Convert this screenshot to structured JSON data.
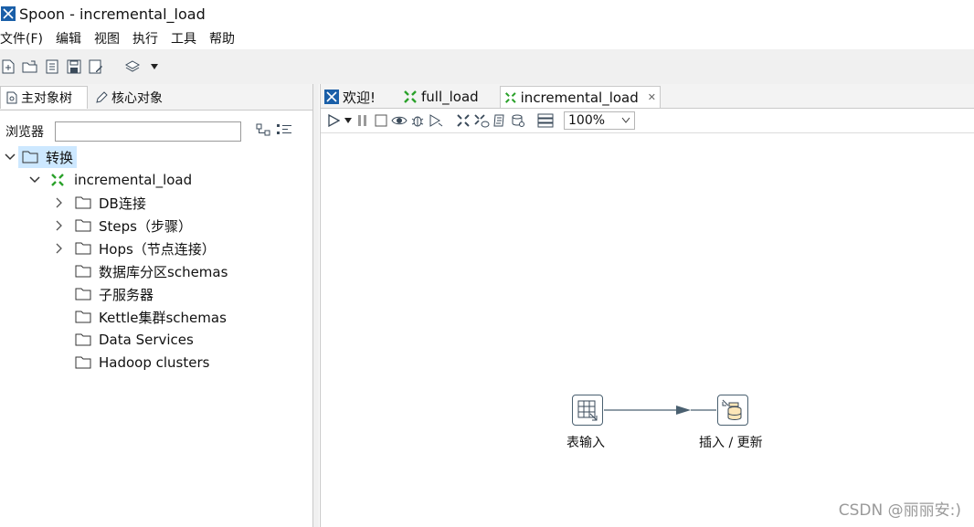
{
  "window": {
    "title": "Spoon - incremental_load"
  },
  "menu": [
    "文件(F)",
    "编辑",
    "视图",
    "执行",
    "工具",
    "帮助"
  ],
  "left_panel": {
    "tabs": [
      {
        "label": "主对象树",
        "icon": "document-icon"
      },
      {
        "label": "核心对象",
        "icon": "pencil-icon"
      }
    ],
    "browser_label": "浏览器",
    "search_value": "",
    "tree": {
      "root": "转换",
      "transformation": "incremental_load",
      "folders": [
        {
          "label": "DB连接",
          "expandable": true
        },
        {
          "label": "Steps（步骤）",
          "expandable": true
        },
        {
          "label": "Hops（节点连接）",
          "expandable": true
        },
        {
          "label": "数据库分区schemas",
          "expandable": false
        },
        {
          "label": "子服务器",
          "expandable": false
        },
        {
          "label": "Kettle集群schemas",
          "expandable": false
        },
        {
          "label": "Data Services",
          "expandable": false
        },
        {
          "label": "Hadoop clusters",
          "expandable": false
        }
      ]
    }
  },
  "editor_tabs": [
    {
      "label": "欢迎!",
      "icon": "spoon-icon"
    },
    {
      "label": "full_load",
      "icon": "transformation-icon"
    },
    {
      "label": "incremental_load",
      "icon": "transformation-icon",
      "active": true
    }
  ],
  "canvas_toolbar": {
    "zoom": "100%"
  },
  "canvas": {
    "steps": [
      {
        "label": "表输入",
        "icon": "table-input-icon"
      },
      {
        "label": "插入 / 更新",
        "icon": "insert-update-icon"
      }
    ]
  },
  "watermark": "CSDN @丽丽安:)",
  "colors": {
    "accent_blue": "#1a5fa8",
    "transformation_green": "#2aa12a",
    "selection": "#cde8ff",
    "hop": "#4a6070"
  }
}
